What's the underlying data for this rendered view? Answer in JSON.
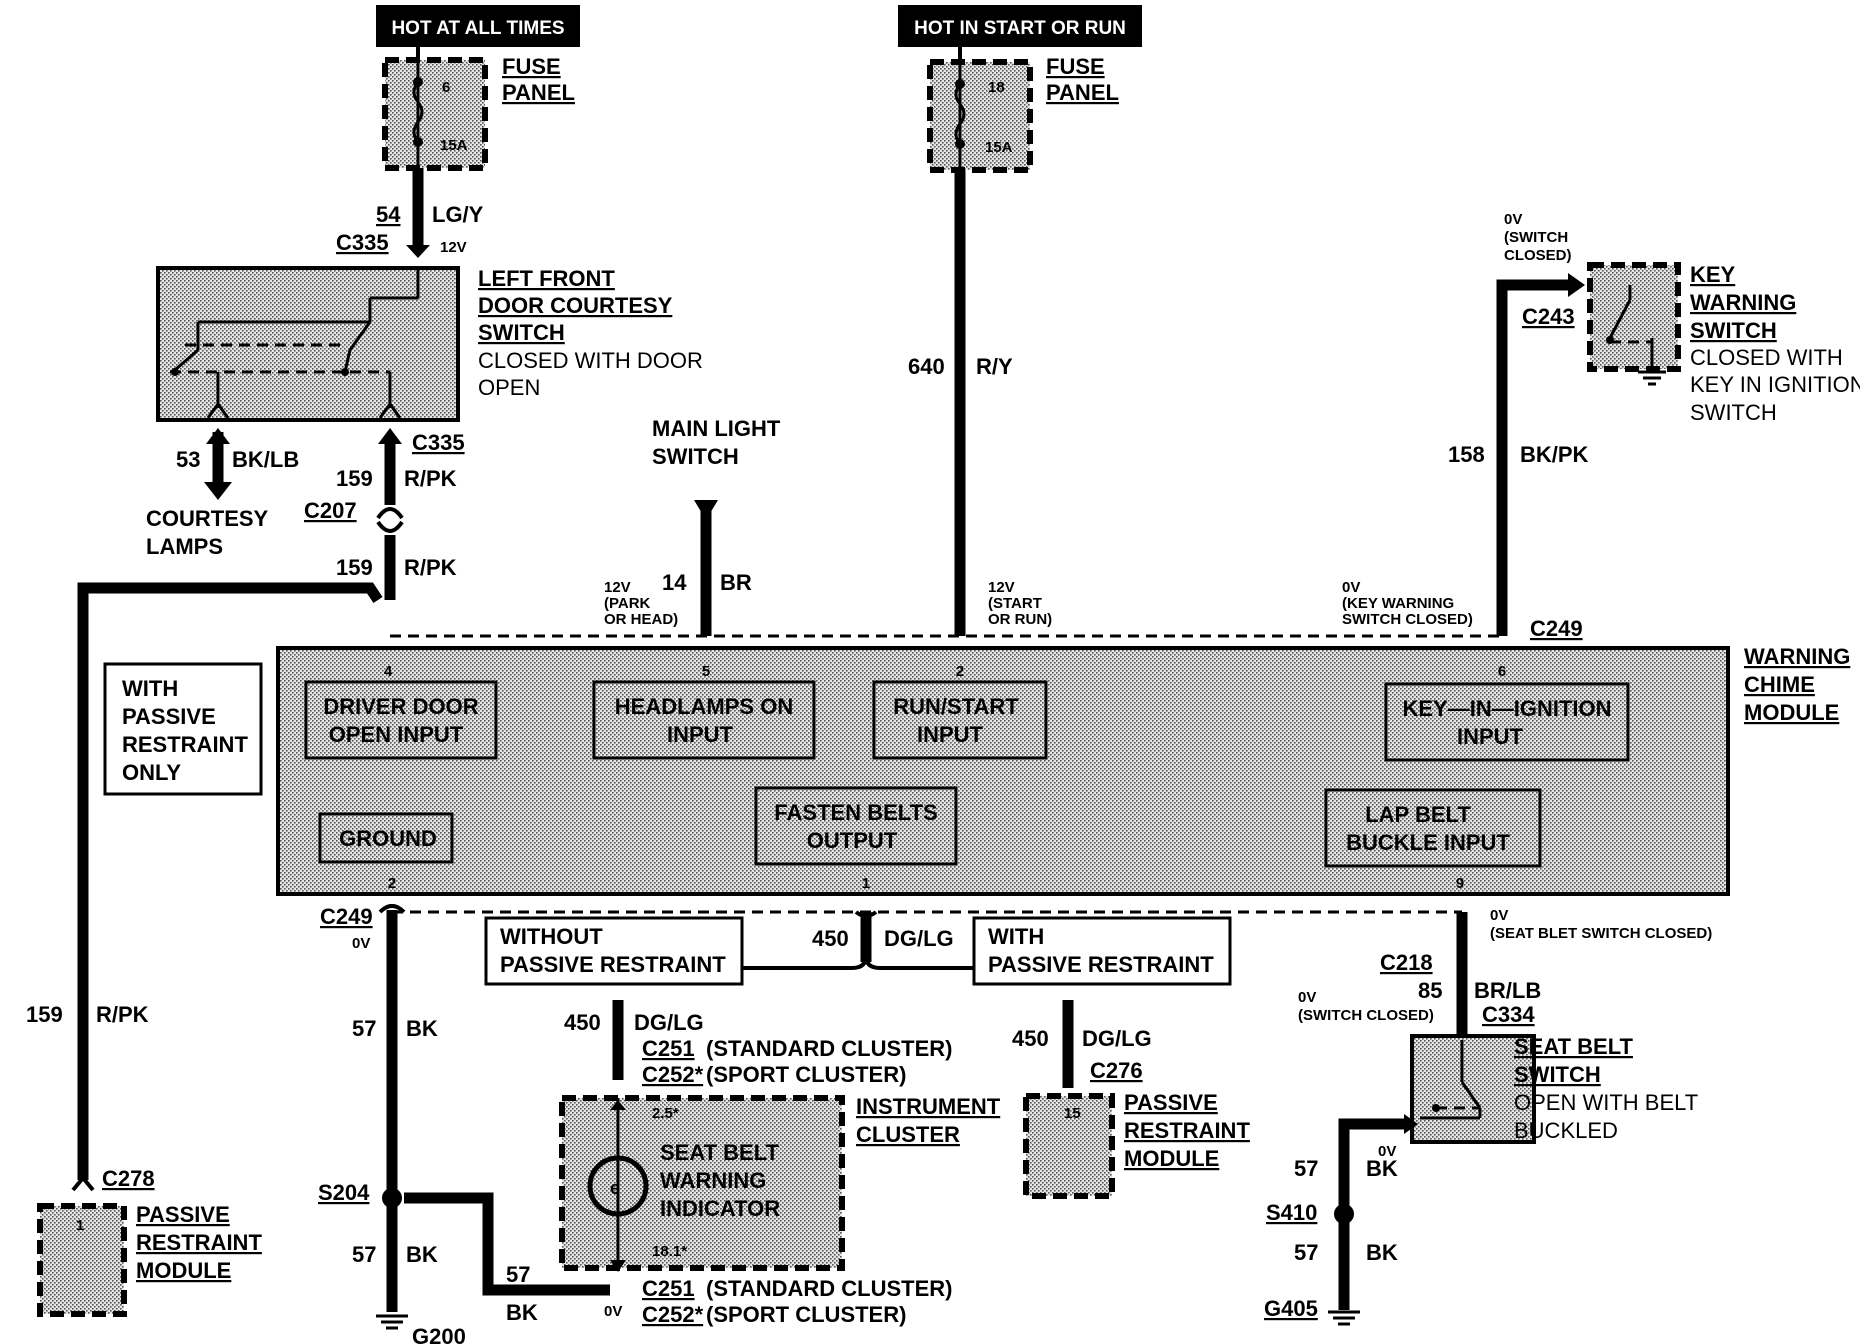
{
  "power_sources": {
    "hot_at_all_times": "HOT AT ALL TIMES",
    "hot_in_start_or_run": "HOT IN START OR RUN"
  },
  "fuse_left": {
    "title_line1": "FUSE",
    "title_line2": "PANEL",
    "number": "6",
    "rating": "15A"
  },
  "fuse_right": {
    "title_line1": "FUSE",
    "title_line2": "PANEL",
    "number": "18",
    "rating": "15A"
  },
  "door_switch": {
    "title_line1": "LEFT FRONT",
    "title_line2": "DOOR COURTESY",
    "title_line3": "SWITCH",
    "desc_line1": "CLOSED WITH DOOR",
    "desc_line2": "OPEN"
  },
  "key_switch": {
    "title_line1": "KEY",
    "title_line2": "WARNING",
    "title_line3": "SWITCH",
    "desc_line1": "CLOSED WITH",
    "desc_line2": "KEY IN IGNITION",
    "desc_line3": "SWITCH"
  },
  "main_light_switch": {
    "line1": "MAIN LIGHT",
    "line2": "SWITCH"
  },
  "courtesy_lamps": {
    "line1": "COURTESY",
    "line2": "LAMPS"
  },
  "with_passive_box": {
    "line1": "WITH",
    "line2": "PASSIVE",
    "line3": "RESTRAINT",
    "line4": "ONLY"
  },
  "module": {
    "title_line1": "WARNING",
    "title_line2": "CHIME",
    "title_line3": "MODULE",
    "pins": {
      "p4": "4",
      "p5": "5",
      "p2_top": "2",
      "p6": "6",
      "p2_bot": "2",
      "p1": "1",
      "p9": "9"
    },
    "driver_door": {
      "line1": "DRIVER DOOR",
      "line2": "OPEN INPUT"
    },
    "headlamps": {
      "line1": "HEADLAMPS ON",
      "line2": "INPUT"
    },
    "run_start": {
      "line1": "RUN/START",
      "line2": "INPUT"
    },
    "key_in": {
      "line1": "KEY—IN—IGNITION",
      "line2": "INPUT"
    },
    "ground": "GROUND",
    "fasten": {
      "line1": "FASTEN BELTS",
      "line2": "OUTPUT"
    },
    "lap_belt": {
      "line1": "LAP BELT",
      "line2": "BUCKLE INPUT"
    }
  },
  "restraint_boxes": {
    "without": {
      "line1": "WITHOUT",
      "line2": "PASSIVE RESTRAINT"
    },
    "with": {
      "line1": "WITH",
      "line2": "PASSIVE RESTRAINT"
    }
  },
  "cluster": {
    "title_line1": "INSTRUMENT",
    "title_line2": "CLUSTER",
    "ind_line1": "SEAT BELT",
    "ind_line2": "WARNING",
    "ind_line3": "INDICATOR",
    "pin_top": "2.5*",
    "pin_bot": "18.1*",
    "conn_top_1": "C251",
    "conn_top_1_desc": "(STANDARD CLUSTER)",
    "conn_top_2": "C252*",
    "conn_top_2_desc": "(SPORT CLUSTER)",
    "conn_bot_1": "C251",
    "conn_bot_1_desc": "(STANDARD CLUSTER)",
    "conn_bot_2": "C252*",
    "conn_bot_2_desc": "(SPORT CLUSTER)"
  },
  "prm_middle": {
    "connector": "C276",
    "pin": "15",
    "line1": "PASSIVE",
    "line2": "RESTRAINT",
    "line3": "MODULE"
  },
  "prm_left": {
    "connector": "C278",
    "pin": "1",
    "line1": "PASSIVE",
    "line2": "RESTRAINT",
    "line3": "MODULE"
  },
  "seat_belt_switch": {
    "title_line1": "SEAT BELT",
    "title_line2": "SWITCH",
    "desc_line1": "OPEN WITH BELT",
    "desc_line2": "BUCKLED"
  },
  "wires": {
    "w54": {
      "num": "54",
      "color": "LG/Y"
    },
    "w640": {
      "num": "640",
      "color": "R/Y"
    },
    "w158": {
      "num": "158",
      "color": "BK/PK"
    },
    "w53": {
      "num": "53",
      "color": "BK/LB"
    },
    "w159a": {
      "num": "159",
      "color": "R/PK"
    },
    "w159b": {
      "num": "159",
      "color": "R/PK"
    },
    "w159c": {
      "num": "159",
      "color": "R/PK"
    },
    "w14": {
      "num": "14",
      "color": "BR"
    },
    "w450a": {
      "num": "450",
      "color": "DG/LG"
    },
    "w450b": {
      "num": "450",
      "color": "DG/LG"
    },
    "w450c": {
      "num": "450",
      "color": "DG/LG"
    },
    "w57a": {
      "num": "57",
      "color": "BK"
    },
    "w57b": {
      "num": "57",
      "color": "BK"
    },
    "w57c": {
      "num": "57",
      "color": "BK"
    },
    "w57d": {
      "num": "57",
      "color": "BK"
    },
    "w57e": {
      "num": "57",
      "color": "BK"
    },
    "w85": {
      "num": "85",
      "color": "BR/LB"
    }
  },
  "connectors": {
    "c335_top": "C335",
    "c335_bot": "C335",
    "c207": "C207",
    "c243": "C243",
    "c249_top": "C249",
    "c249_bot": "C249",
    "c218": "C218",
    "c334": "C334",
    "s204": "S204",
    "s410": "S410",
    "g200": "G200",
    "g405": "G405"
  },
  "voltages": {
    "v12_door": "12V",
    "v0_key_line1": "0V",
    "v0_key_line2": "(SWITCH",
    "v0_key_line3": "CLOSED)",
    "v12_park_line1": "12V",
    "v12_park_line2": "(PARK",
    "v12_park_line3": "OR HEAD)",
    "v12_start_line1": "12V",
    "v12_start_line2": "(START",
    "v12_start_line3": "OR RUN)",
    "v0_keywarn_line1": "0V",
    "v0_keywarn_line2": "(KEY  WARNING",
    "v0_keywarn_line3": "SWITCH  CLOSED)",
    "v0_gnd": "0V",
    "v0_seat_line1": "0V",
    "v0_seat_line2": "(SEAT BLET SWITCH  CLOSED)",
    "v0_sw_line1": "0V",
    "v0_sw_line2": "(SWITCH  CLOSED)",
    "v0_bk": "0V",
    "v0_cluster": "0V"
  }
}
